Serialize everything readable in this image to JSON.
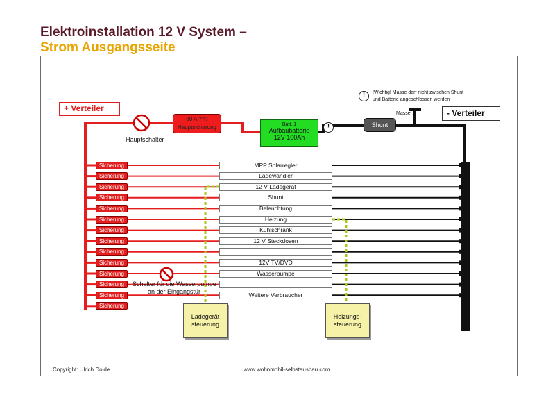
{
  "title": {
    "line1": "Elektroinstallation 12 V System –",
    "line2": "Strom Ausgangsseite"
  },
  "distributors": {
    "plus": "+ Verteiler",
    "minus": "- Verteiler"
  },
  "main_switch_label": "Hauptschalter",
  "main_fuse": {
    "line1": "30 A ???",
    "line2": "Hauptsicherung"
  },
  "battery": {
    "line1": "Batt. 1",
    "line2": "Aufbaubatterie",
    "line3": "12V 100Ah"
  },
  "shunt_label": "Shunt",
  "masse_label": "Masse",
  "warning": {
    "line1": "!Wichtig! Masse darf nicht zwischen Shunt",
    "line2": "und Batterie angeschlossen werden"
  },
  "fuse_label": "Sicherung",
  "fuses": [
    "Sicherung",
    "Sicherung",
    "Sicherung",
    "Sicherung",
    "Sicherung",
    "Sicherung",
    "Sicherung",
    "Sicherung",
    "Sicherung",
    "Sicherung",
    "Sicherung",
    "Sicherung",
    "Sicherung",
    "Sicherung"
  ],
  "consumers": [
    "MPP Solarregler",
    "Ladewandler",
    "12 V Ladegerät",
    "Shunt",
    "Beleuchtung",
    "Heizung",
    "Kühlschrank",
    "12 V Steckdosen",
    "",
    "12V TV/DVD",
    "Wasserpumpe",
    "",
    "Weitere Verbraucher"
  ],
  "pump_switch": {
    "line1": "Schalter für die Wasserpumpe",
    "line2": "an der Eingangstür"
  },
  "controllers": {
    "charger": {
      "line1": "Ladegerät",
      "line2": "steuerung"
    },
    "heater": {
      "line1": "Heizungs-",
      "line2": "steuerung"
    }
  },
  "footer": {
    "copyright": "Copyright: Ulrich Dolde",
    "website": "www.wohnmobil-selbstausbau.com"
  },
  "colors": {
    "positive": "#e31e1e",
    "negative": "#111111",
    "battery": "#22dd22",
    "controller": "#f6f2a8",
    "control_wire": "#a8c81e",
    "title_dark": "#5a1a2a",
    "title_accent": "#e8a400"
  }
}
